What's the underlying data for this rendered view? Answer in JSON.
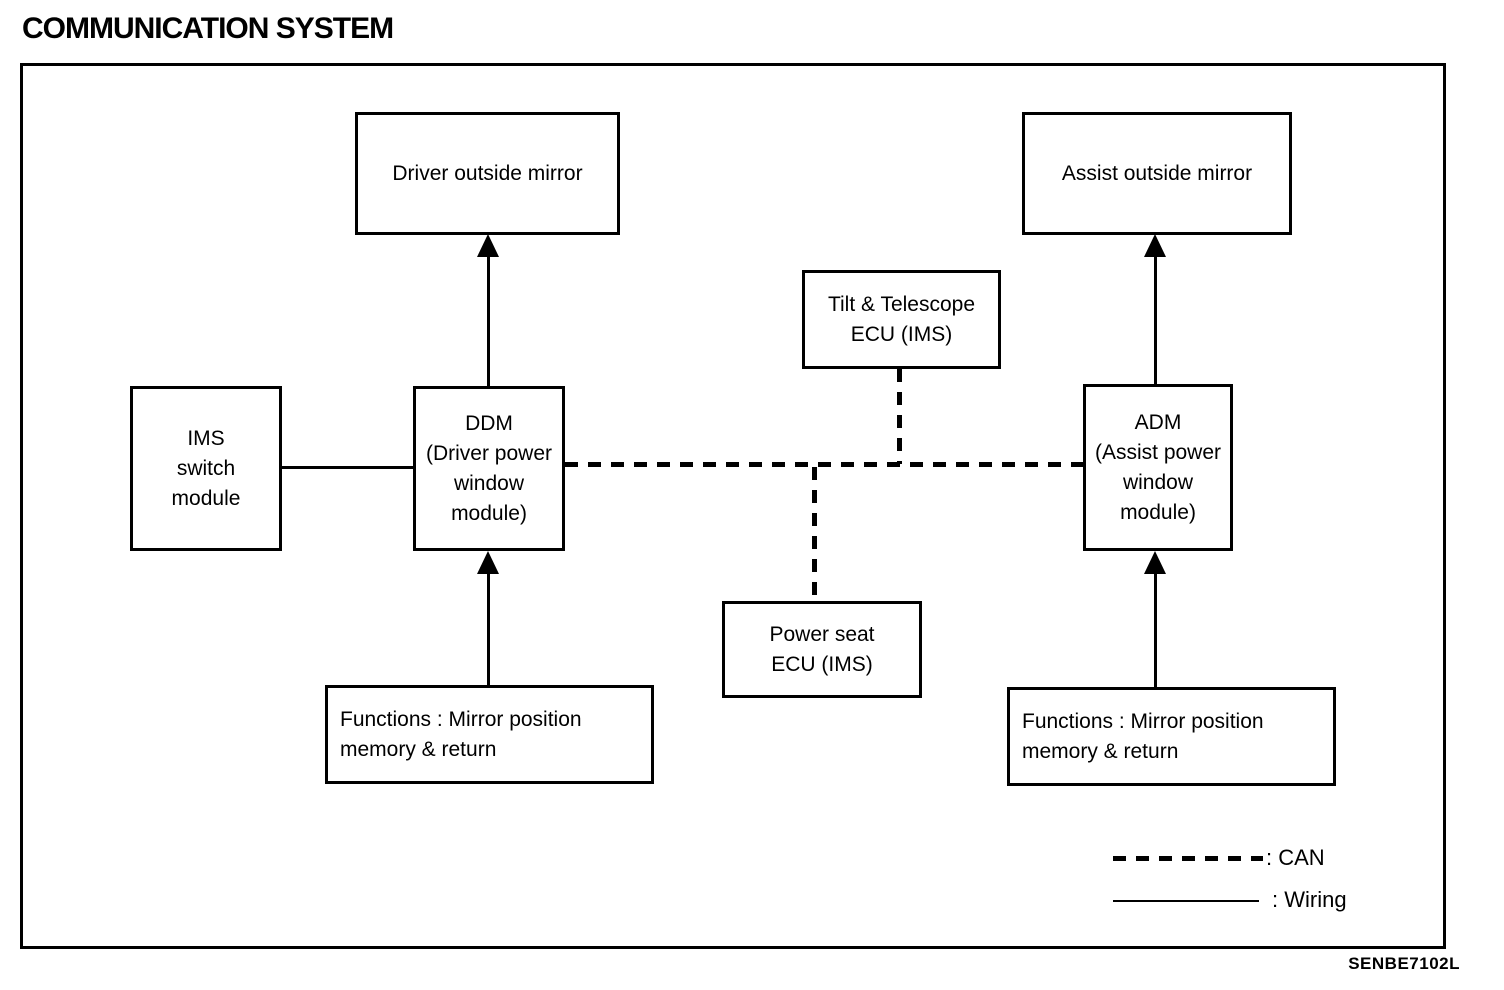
{
  "page": {
    "title": "COMMUNICATION SYSTEM",
    "figure_code": "SENBE7102L"
  },
  "nodes": {
    "driver_mirror": "Driver outside mirror",
    "assist_mirror": "Assist outside mirror",
    "tilt_telescope": "Tilt & Telescope\nECU (IMS)",
    "ims_switch": "IMS\nswitch\nmodule",
    "ddm": "DDM\n(Driver power\nwindow\nmodule)",
    "adm": "ADM\n(Assist power\nwindow\nmodule)",
    "power_seat": "Power seat\nECU (IMS)",
    "functions_left": "Functions : Mirror position\nmemory & return",
    "functions_right": "Functions : Mirror position\nmemory & return"
  },
  "legend": {
    "can": ": CAN",
    "wiring": ": Wiring"
  },
  "colors": {
    "line": "#000000",
    "background": "#ffffff",
    "text": "#000000"
  }
}
